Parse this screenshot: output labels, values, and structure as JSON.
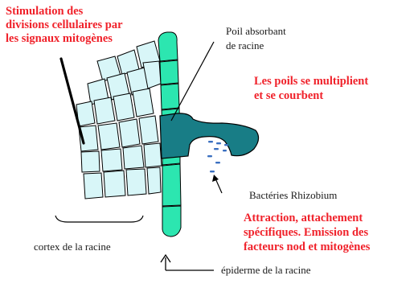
{
  "colors": {
    "cortex_cell_fill": "#d8f6f8",
    "epidermis_cell_fill": "#2ce6b0",
    "root_hair_fill": "#187d86",
    "bacteria": "#3a6fc0",
    "outline": "#000000",
    "red_text": "#f0212a"
  },
  "labels": {
    "stimulation": [
      "Stimulation des",
      "divisions cellulaires par",
      "les signaux  mitogènes"
    ],
    "poil_absorbant": [
      "Poil absorbant",
      "de racine"
    ],
    "poils_multiplient": [
      "Les poils se multiplient",
      "et se courbent"
    ],
    "bacteries": "Bactéries Rhizobium",
    "attraction": [
      "Attraction, attachement",
      "spécifiques. Emission des",
      "facteurs nod et mitogènes"
    ],
    "cortex": "cortex de la racine",
    "epiderme": "épiderme de la racine"
  },
  "icons": {
    "bacteria": "bacteria-dash-icon",
    "pointer": "arrow-pointer-icon"
  }
}
